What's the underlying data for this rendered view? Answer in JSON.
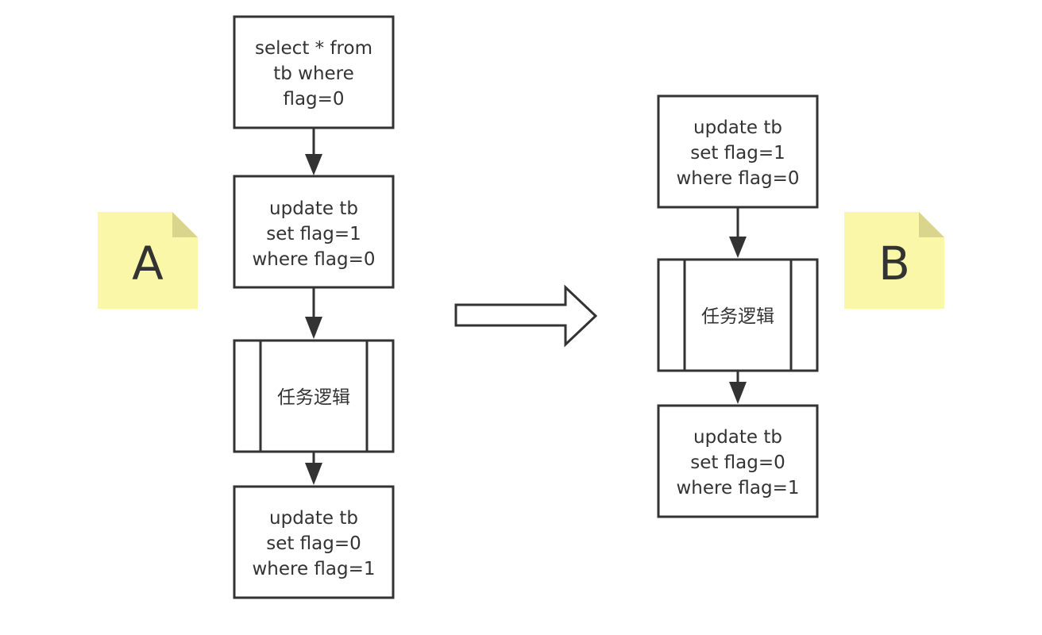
{
  "colors": {
    "stroke": "#333333",
    "note_fill": "#FAF7A8",
    "note_fold": "#D9D58C",
    "text": "#333333"
  },
  "left_flow": {
    "note_label": "A",
    "steps": [
      {
        "kind": "process",
        "lines": [
          "select * from",
          "tb where",
          "flag=0"
        ]
      },
      {
        "kind": "process",
        "lines": [
          "update tb",
          "set flag=1",
          "where flag=0"
        ]
      },
      {
        "kind": "predefined",
        "lines": [
          "任务逻辑"
        ]
      },
      {
        "kind": "process",
        "lines": [
          "update tb",
          "set flag=0",
          "where flag=1"
        ]
      }
    ]
  },
  "right_flow": {
    "note_label": "B",
    "steps": [
      {
        "kind": "process",
        "lines": [
          "update tb",
          "set flag=1",
          "where flag=0"
        ]
      },
      {
        "kind": "predefined",
        "lines": [
          "任务逻辑"
        ]
      },
      {
        "kind": "process",
        "lines": [
          "update tb",
          "set flag=0",
          "where flag=1"
        ]
      }
    ]
  }
}
